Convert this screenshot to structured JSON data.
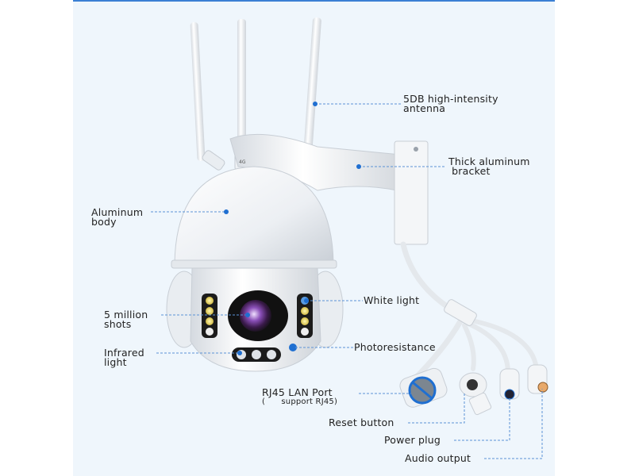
{
  "figure": {
    "subject": "Wireless 4G PTZ dome security camera with wall bracket and cable pigtail",
    "antenna_marking": "4G"
  },
  "labels": {
    "antenna": [
      "5DB high-intensity",
      "antenna"
    ],
    "bracket": [
      "Thick aluminum",
      " bracket"
    ],
    "body": [
      "Aluminum",
      "body"
    ],
    "lens": [
      "5 million",
      "shots"
    ],
    "white_light": "White light",
    "infrared": [
      "Infrared",
      "light"
    ],
    "photoresistance": "Photoresistance",
    "rj45": [
      "RJ45 LAN Port",
      "(      support RJ45)"
    ],
    "reset": "Reset button",
    "power": "Power plug",
    "audio": "Audio output"
  },
  "colors": {
    "background": "#eff6fc",
    "accent_line": "#3b7fd4",
    "leader": "#5b93d6",
    "dot": "#1f6fd1",
    "text": "#222222"
  }
}
